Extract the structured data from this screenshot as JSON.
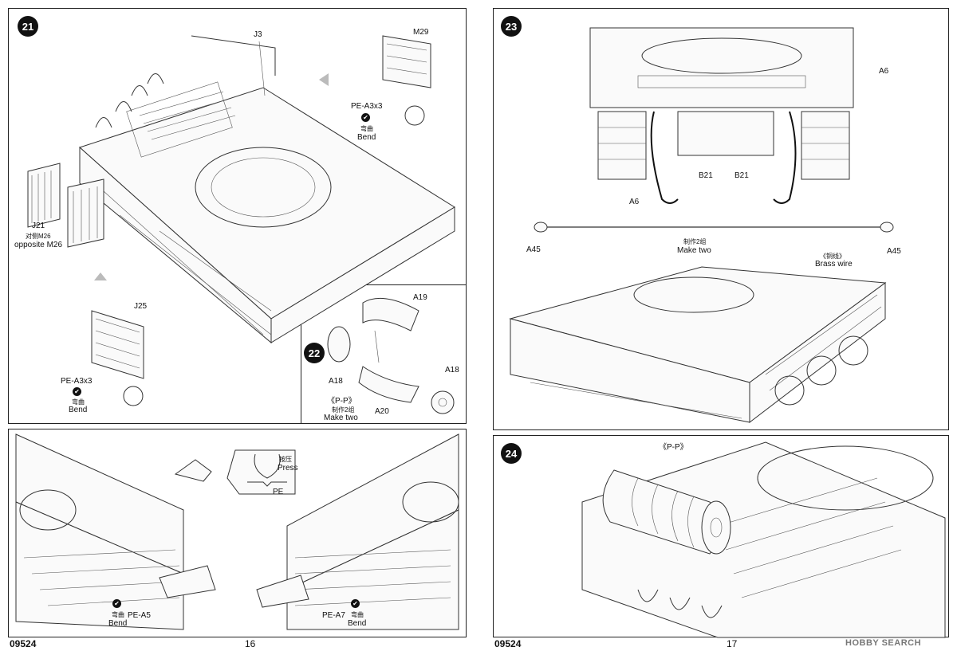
{
  "page_left": {
    "code": "09524",
    "page_number": "16",
    "step21": {
      "number": "21",
      "labels": {
        "j3": "J3",
        "m29": "M29",
        "pe_a3x3_top": "PE-A3x3",
        "bend_cn_top": "弯曲",
        "bend_en_top": "Bend",
        "j21": "J21",
        "opposite_cn": "对侧M26",
        "opposite_en": "opposite M26",
        "j25": "J25",
        "pe_a3x3_bottom": "PE-A3x3",
        "bend_cn_bottom": "弯曲",
        "bend_en_bottom": "Bend"
      }
    },
    "step22": {
      "number": "22",
      "labels": {
        "a19": "A19",
        "a18_left": "A18",
        "a18_right": "A18",
        "a20": "A20",
        "pp": "《P-P》",
        "make_two_cn": "制作2组",
        "make_two_en": "Make two"
      }
    },
    "bottom_panel": {
      "press_cn": "按压",
      "press_en": "Press",
      "pe": "PE",
      "pe_a5": "PE-A5",
      "pe_a7": "PE-A7",
      "bend_cn_a5": "弯曲",
      "bend_en_a5": "Bend",
      "bend_cn_a7": "弯曲",
      "bend_en_a7": "Bend"
    }
  },
  "page_right": {
    "code": "09524",
    "page_number": "17",
    "watermark": "HOBBY SEARCH",
    "step23": {
      "number": "23",
      "labels": {
        "a6_right": "A6",
        "b21_left": "B21",
        "b21_right": "B21",
        "a6_left": "A6",
        "a45_left": "A45",
        "a45_right": "A45",
        "make_two_cn": "制作2组",
        "make_two_en": "Make two",
        "brass_cn": "《铜线》",
        "brass_en": "Brass wire"
      }
    },
    "step24": {
      "number": "24",
      "labels": {
        "pp": "《P-P》"
      }
    }
  }
}
